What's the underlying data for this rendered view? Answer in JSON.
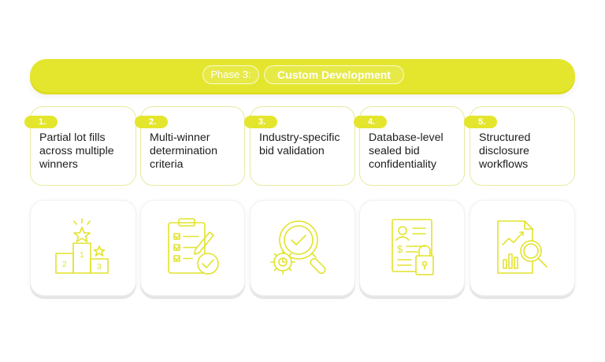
{
  "banner": {
    "phase_label": "Phase 3:",
    "title": "Custom Development"
  },
  "accent_color": "#e4e62e",
  "cards": [
    {
      "number": "1.",
      "text": "Partial lot fills across multiple winners"
    },
    {
      "number": "2.",
      "text": "Multi-winner determination criteria"
    },
    {
      "number": "3.",
      "text": "Industry-specific bid validation"
    },
    {
      "number": "4.",
      "text": "Database-level sealed bid confidentiality"
    },
    {
      "number": "5.",
      "text": "Structured disclosure workflows"
    }
  ],
  "icons": [
    {
      "name": "podium-icon",
      "labels": [
        "2",
        "1",
        "3"
      ]
    },
    {
      "name": "clipboard-checklist-icon"
    },
    {
      "name": "magnifier-check-gear-icon"
    },
    {
      "name": "document-lock-icon"
    },
    {
      "name": "report-magnifier-icon"
    }
  ]
}
